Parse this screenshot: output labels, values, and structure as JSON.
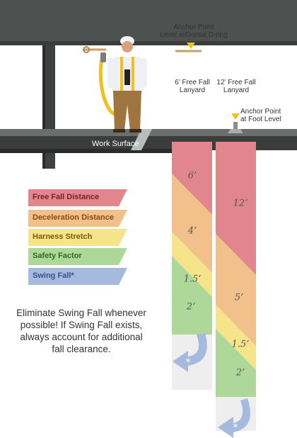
{
  "header": {
    "anchor_dorsal_line1": "Anchor Point",
    "anchor_dorsal_line2": "Level w/Dorsal D-ring",
    "lanyard6_line1": "6’ Free Fall",
    "lanyard6_line2": "Lanyard",
    "lanyard12_line1": "12’ Free Fall",
    "lanyard12_line2": "Lanyard",
    "anchor_foot_line1": "Anchor Point",
    "anchor_foot_line2": "at Foot Level",
    "work_surface": "Work Surface"
  },
  "legend": [
    {
      "label": "Free Fall Distance",
      "color": "#e0868c",
      "text_color": "#7a1f2a"
    },
    {
      "label": "Deceleration Distance",
      "color": "#f2c08a",
      "text_color": "#8a4a10"
    },
    {
      "label": "Harness Stretch",
      "color": "#f6e48a",
      "text_color": "#7a5a00"
    },
    {
      "label": "Safety Factor",
      "color": "#aed89a",
      "text_color": "#2f6a1e"
    },
    {
      "label": "Swing Fall*",
      "color": "#a6bade",
      "text_color": "#3a4f8c"
    }
  ],
  "note": {
    "line1": "Eliminate Swing Fall whenever",
    "line2": "possible! If Swing Fall exists,",
    "line3": "always account for additional",
    "line4": "fall clearance."
  },
  "column6": {
    "free_fall": "6’",
    "deceleration": "4’",
    "harness": "1.5’",
    "safety": "2’",
    "swing": "*"
  },
  "column12": {
    "free_fall": "12’",
    "deceleration": "5’",
    "harness": "1.5’",
    "safety": "2’",
    "swing": "*"
  },
  "colors": {
    "beam": "#4d5150",
    "beam_dark": "#2f3231",
    "lanyard": "#f0c020",
    "anchor_marker": "#f0c020",
    "column_bg": "#eeeeee"
  }
}
